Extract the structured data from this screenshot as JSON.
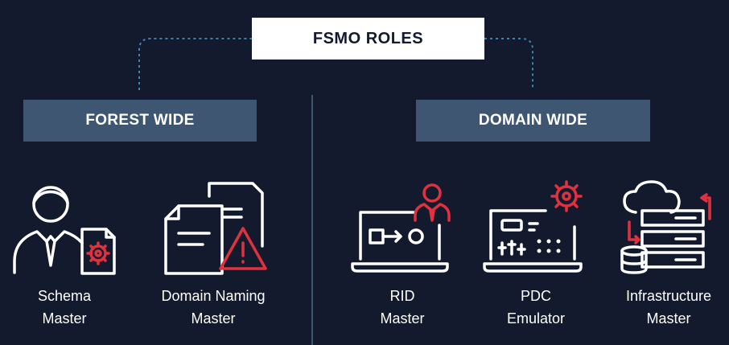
{
  "title": "FSMO ROLES",
  "groups": {
    "forest": {
      "label": "FOREST WIDE"
    },
    "domain": {
      "label": "DOMAIN WIDE"
    }
  },
  "roles": [
    {
      "line1": "Schema",
      "line2": "Master",
      "icon": "user-gear-document-icon"
    },
    {
      "line1": "Domain Naming",
      "line2": "Master",
      "icon": "documents-warning-icon"
    },
    {
      "line1": "RID",
      "line2": "Master",
      "icon": "laptop-user-icon"
    },
    {
      "line1": "PDC",
      "line2": "Emulator",
      "icon": "control-panel-gear-icon"
    },
    {
      "line1": "Infrastructure",
      "line2": "Master",
      "icon": "cloud-servers-icon"
    }
  ],
  "colors": {
    "background": "#141a2e",
    "group_box": "#3e5671",
    "accent_red": "#e0323e",
    "connector": "#3a86b0",
    "divider": "#3e5671"
  }
}
